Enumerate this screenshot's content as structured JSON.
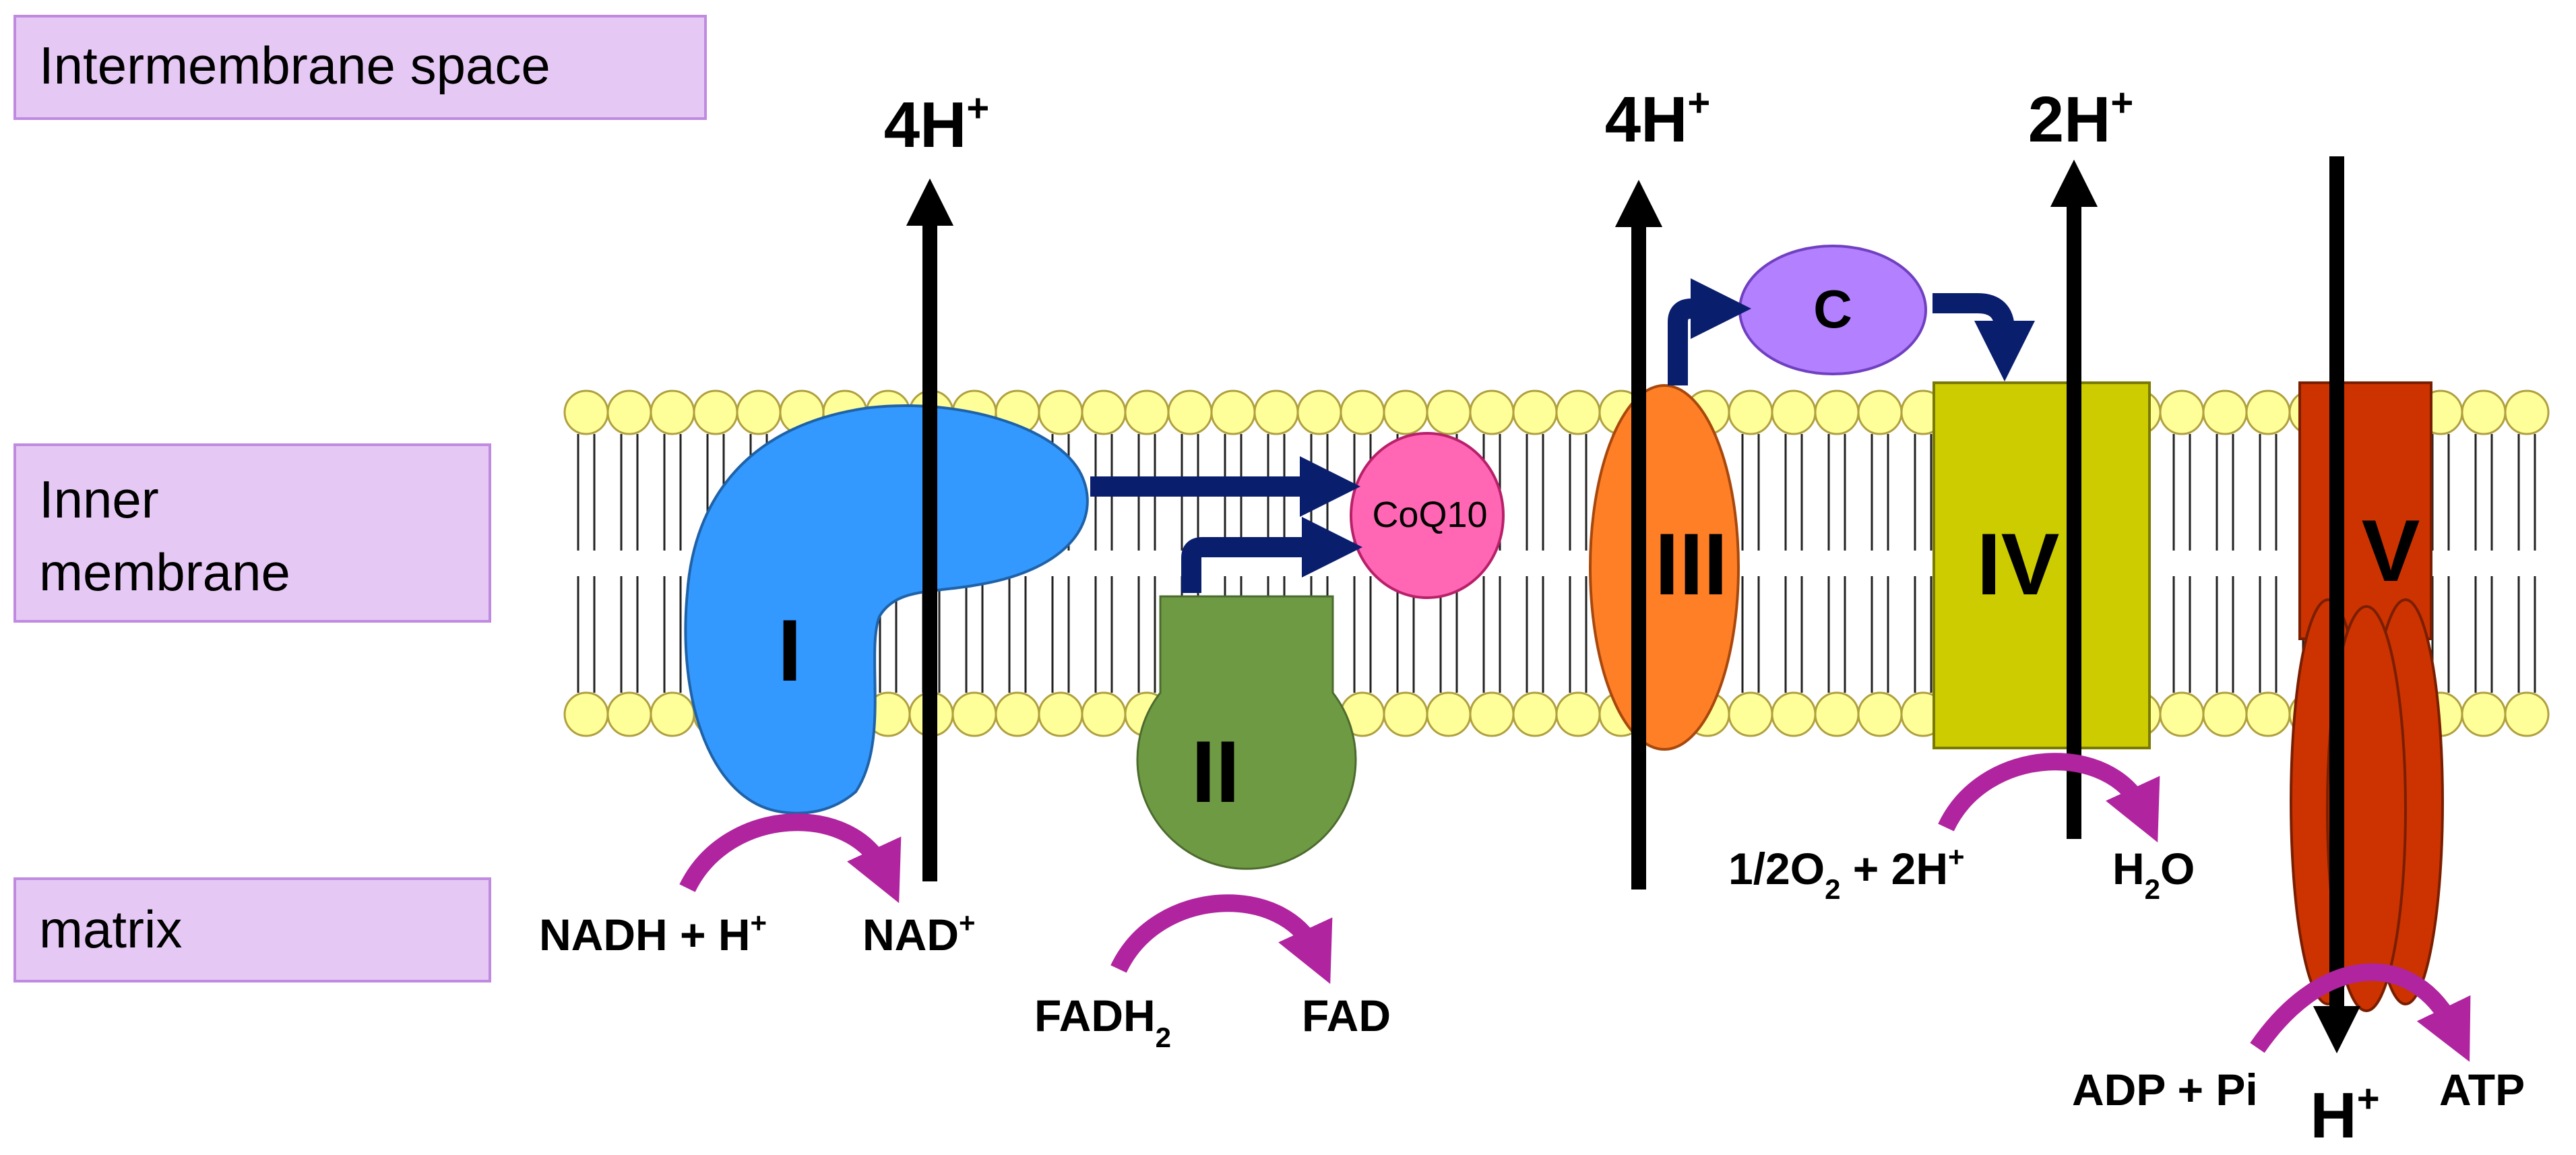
{
  "regions": {
    "intermembrane": "Intermembrane space",
    "inner_line1": "Inner",
    "inner_line2": "membrane",
    "matrix": "matrix"
  },
  "complexes": {
    "c1": "I",
    "c2": "II",
    "c3": "III",
    "c4": "IV",
    "c5": "V",
    "coq10": "CoQ10",
    "cytc": "C"
  },
  "protons": {
    "c1_top": {
      "base": "4H",
      "sup": "+"
    },
    "c3_top": {
      "base": "4H",
      "sup": "+"
    },
    "c4_top": {
      "base": "2H",
      "sup": "+"
    },
    "c5_bottom": {
      "base": "H",
      "sup": "+"
    }
  },
  "reactions": {
    "nadh": {
      "base": "NADH + H",
      "sup": "+"
    },
    "nad": {
      "base": "NAD",
      "sup": "+"
    },
    "fadh2": {
      "base": "FADH",
      "sub": "2"
    },
    "fad": "FAD",
    "o2": {
      "base": "1/2O",
      "sub": "2",
      "tail": " + 2H",
      "sup": "+"
    },
    "h2o": {
      "base": "H",
      "sub": "2",
      "tail": "O"
    },
    "adp": "ADP + Pi",
    "atp": "ATP"
  },
  "colors": {
    "region_box_fill": "#E6C8F5",
    "region_box_stroke": "#C08AE0",
    "lipid_head": "#FFFF99",
    "lipid_stroke": "#B0A040",
    "complex_I": "#3399FF",
    "complex_II": "#6E9A44",
    "complex_III": "#FF7F27",
    "complex_IV": "#CCCC00",
    "complex_V": "#CC3300",
    "coq10": "#FF66B3",
    "cytc": "#B380FF",
    "electron_arrow": "#0A1E6E",
    "reaction_arrow": "#B0249F"
  }
}
